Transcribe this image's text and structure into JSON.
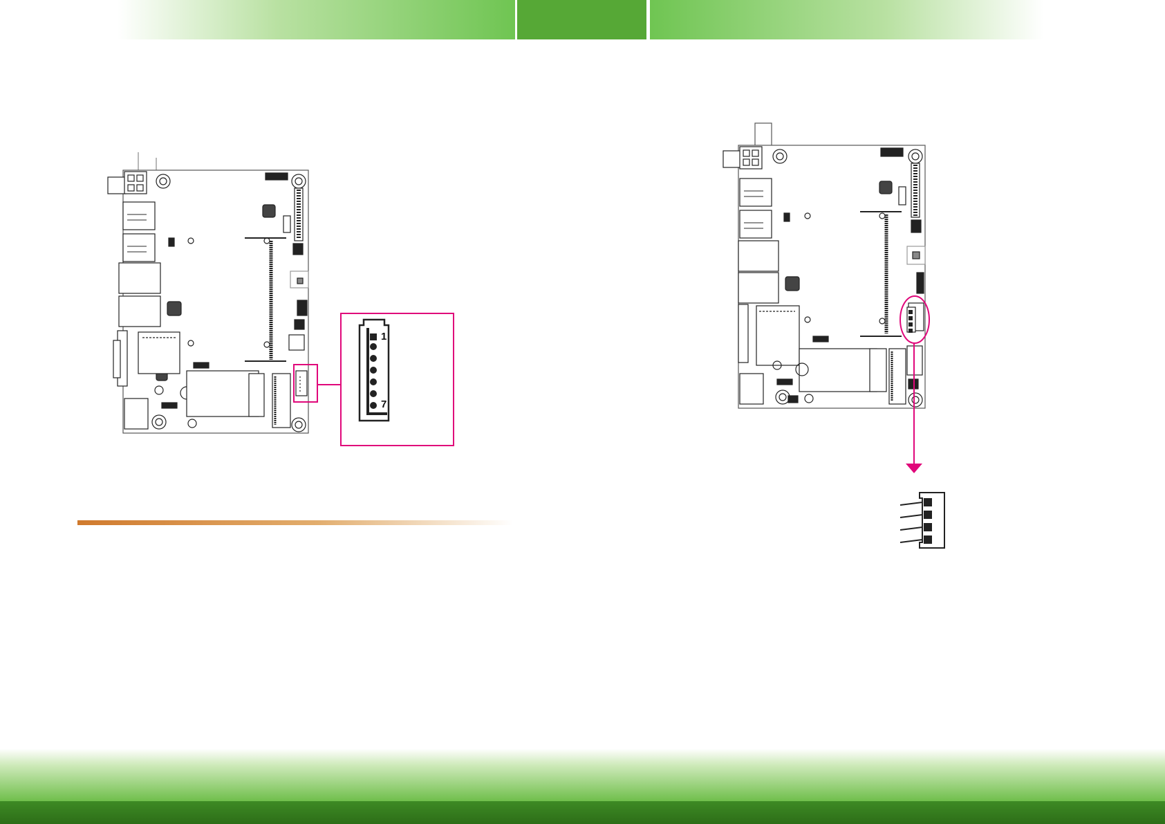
{
  "header": {
    "left_band_color": "#6fc552",
    "mid_block_color": "#56a836",
    "right_band_color": "#6fc552"
  },
  "section_rule_color": "#d07a2d",
  "highlight_color": "#e0077a",
  "footer": {
    "band_color": "#6cbd47",
    "bar_color": "#2d6e18"
  },
  "left_diagram": {
    "connector_pins": {
      "first": "1",
      "last": "7"
    }
  },
  "right_diagram": {
    "connector_pin_count": 4
  }
}
